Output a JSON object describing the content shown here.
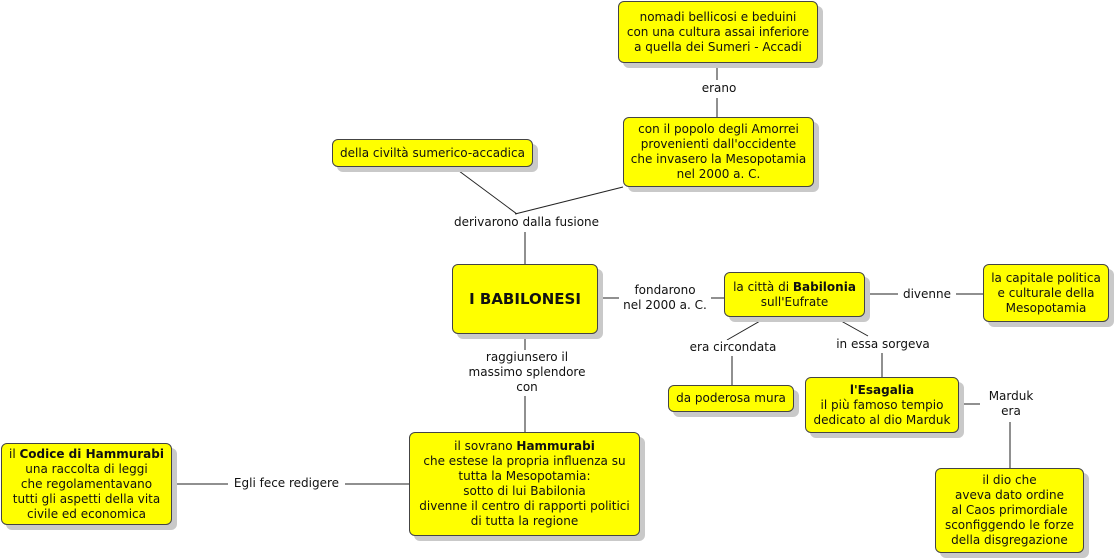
{
  "nodes": {
    "nomadi": [
      "nomadi bellicosi e beduini",
      "con una cultura assai inferiore",
      "a quella dei Sumeri - Accadi"
    ],
    "amorrei": [
      "con il popolo degli Amorrei",
      "provenienti dall'occidente",
      "che invasero la Mesopotamia",
      "nel 2000 a. C."
    ],
    "sumerica": "della civiltà sumerico-accadica",
    "main": "I BABILONESI",
    "babilonia": {
      "pre": "la città di ",
      "bold": "Babilonia",
      "line2": "sull'Eufrate"
    },
    "capitale": [
      "la capitale politica",
      "e culturale della",
      "Mesopotamia"
    ],
    "mura": "da poderosa mura",
    "esagalia": {
      "bold": "l'Esagalia",
      "lines": [
        "il più famoso tempio",
        "dedicato al dio Marduk"
      ]
    },
    "dio": [
      "il dio che",
      "aveva dato ordine",
      "al Caos primordiale",
      "sconfiggendo le forze",
      "della disgregazione"
    ],
    "hammurabi": {
      "pre": "il sovrano ",
      "bold": "Hammurabi",
      "lines": [
        "che estese la propria influenza su",
        "tutta la Mesopotamia:",
        "sotto di lui Babilonia",
        "divenne il centro di rapporti politici",
        "di tutta la regione"
      ]
    },
    "codice": {
      "pre": "il ",
      "bold": "Codice di Hammurabi",
      "lines": [
        "una raccolta di leggi",
        "che regolamentavano",
        "tutti gli aspetti della vita",
        "civile ed economica"
      ]
    }
  },
  "labels": {
    "erano": "erano",
    "derivarono": "derivarono dalla fusione",
    "fondarono": [
      "fondarono",
      "nel 2000 a. C."
    ],
    "divenne": "divenne",
    "circondata": "era circondata",
    "sorgeva": "in essa sorgeva",
    "marduk": [
      "Marduk",
      "era"
    ],
    "raggiunsero": [
      "raggiunsero il",
      "massimo splendore",
      "con"
    ],
    "redigere": "Egli fece redigere"
  }
}
